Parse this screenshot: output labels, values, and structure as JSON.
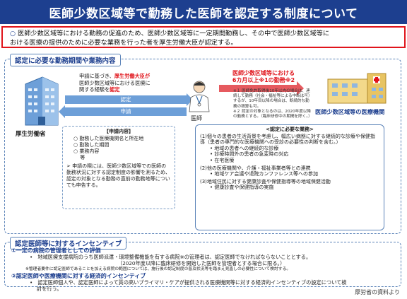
{
  "title": "医師少数区域等で勤務した医師を認定する制度について",
  "summary": {
    "bullet": "○",
    "line1": "医師少数区域等における勤務の促進のため、医師少数区域等に一定期間勤務し、その中で医師少数区域等に",
    "line2": "おける医療の提供のために必要な業務を行った者を厚生労働大臣が認定する。"
  },
  "section_top_label": "認定に必要な勤務期間や業務内容",
  "section_bottom_label": "認定医師等に対するインセンティブ",
  "ministry": {
    "name": "厚生労働省"
  },
  "application": {
    "pre": "申請に基づき、",
    "red": "厚生労働大臣が",
    "line2": "医師少数区域等における医療に",
    "line3_pre": "関する経験を",
    "line3_red": "認定",
    "arrow_apply": "申請",
    "arrow_cert": "認定"
  },
  "doctor": {
    "name": "医師"
  },
  "requirement": {
    "line1": "医師少数区域等における",
    "line2": "6カ月以上",
    "line2b": "※1",
    "line2c": "の勤務",
    "line2d": "※2"
  },
  "notes": {
    "n1": "※１ 医師免許取得後10年以内の場合は、連続して勤務（社会・福祉等による中断は可）するが、10年目以降の場合は、断続的な勤務の積算も可。",
    "n2": "※２ 認定の対象となるのは、2020年度以降の勤務とする。（臨床研修中の期間を除く。）"
  },
  "hospital": {
    "name": "医師少数区域等の医療機関"
  },
  "application_content": {
    "head": "【申請内容】",
    "items": [
      "○ 勤務した医療機関名と所在地",
      "○ 勤務した期間",
      "○ 業務内容",
      "　 等"
    ],
    "note": "➢ 申請の際には、医師少数区域等での医師の勤務状況に対する認定制度の影響を測るため、認定の対象となる勤務の直前の勤務地等についても申告する。"
  },
  "duties": {
    "head": "<認定に必要な業務>",
    "d1": "(1)個々の患者の生活背景を考慮し、幅広い病態に対する継続的な診療や保健指導（患者の専門的な医療機関への受診の必要性の判断を含む。）",
    "d1_items": [
      "• 地域の患者への継続的な診療",
      "• 診療時間外の患者の急変時の対応",
      "• 在宅医療"
    ],
    "d2": "(2)他の医療機関や、介護・福祉事業者等との連携",
    "d2_items": [
      "• 地域ケア会議や退院カンファレンス等への参加"
    ],
    "d3": "(3)地域住民に対する健康診査や保健指導等の地域保健活動",
    "d3_items": [
      "• 健康診査や保健指導の実施"
    ]
  },
  "incentives": {
    "h1": "①一定の病院の管理者としての評価",
    "i1a": "•　地域医療支援病院のうち医師派遣・環境整備機能を有する病院※の管理者は、認定医師でなければならないこととする。",
    "i1b": "（2020年度以降に臨床研修を開始した医師を管理者とする場合に限る。）",
    "i1c": "※管理者要件に認定医師であることを加える病院の範囲については、施行後の認定制度の普及状況等を踏まえ見直しの必要性について検討する。",
    "h2": "②認定医師や医療機関に対する経済的インセンティブ",
    "i2a": "•　認定医師個人や、認定医師によって質の高いプライマリ・ケアが提供される医療機関等に対する経済的インセンティブの設定について検",
    "i2b": "討を行う。"
  },
  "source": "厚労省の資料より",
  "colors": {
    "title_bg": "#1d3f8f",
    "accent_red": "#e0141b",
    "arrow_blue": "#6d9fd8"
  }
}
